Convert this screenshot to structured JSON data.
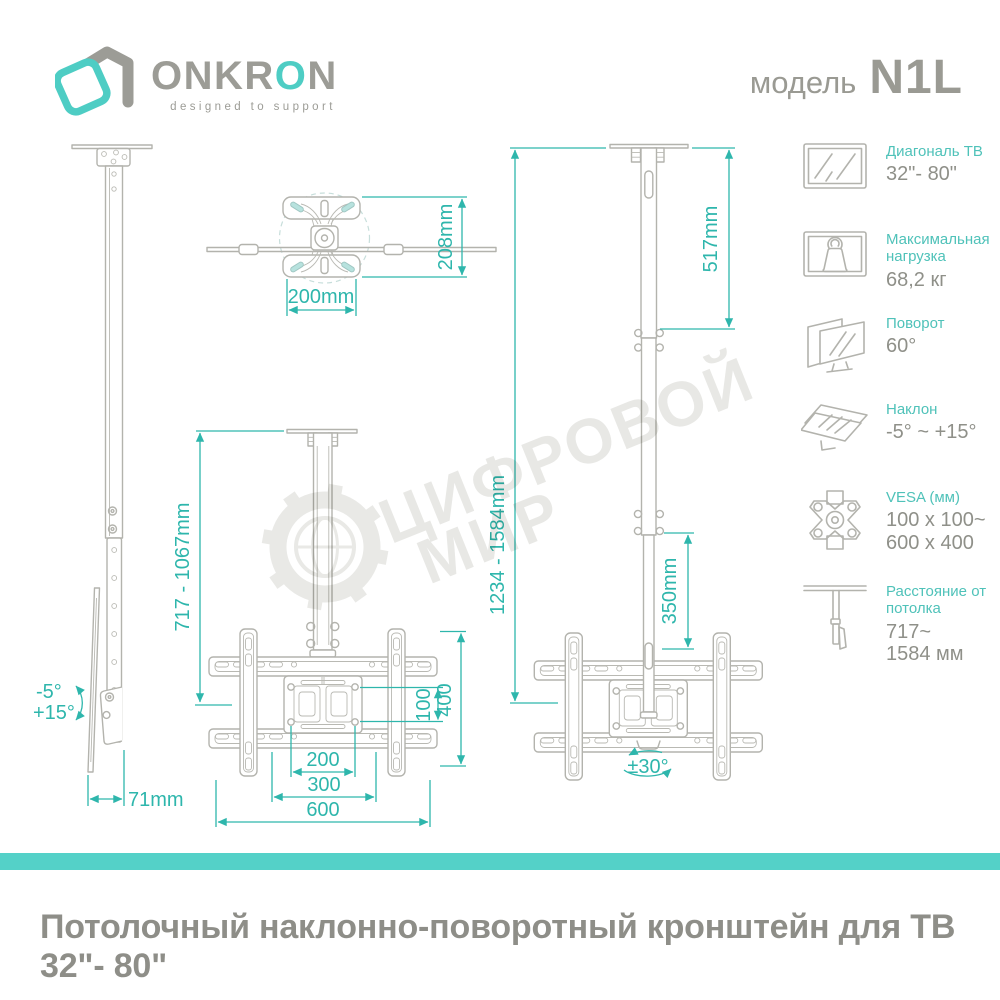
{
  "header": {
    "brand_prefix": "ONKR",
    "brand_accent": "O",
    "brand_suffix": "N",
    "tagline": "designed to support",
    "model_label": "модель",
    "model_value": "N1L"
  },
  "specs": {
    "items": [
      {
        "icon": "tv-diagonal-icon",
        "label": "Диагональ ТВ",
        "value": "32\"- 80\""
      },
      {
        "icon": "max-load-icon",
        "label": "Максимальная нагрузка",
        "value": "68,2 кг"
      },
      {
        "icon": "swivel-icon",
        "label": "Поворот",
        "value": "60°"
      },
      {
        "icon": "tilt-icon",
        "label": "Наклон",
        "value": "-5° ~ +15°"
      },
      {
        "icon": "vesa-icon",
        "label": "VESA (мм)",
        "value": "100 x 100~",
        "value2": "600 x 400"
      },
      {
        "icon": "ceiling-distance-icon",
        "label": "Расстояние от потолка",
        "value": "717~",
        "value2": "1584 мм"
      }
    ]
  },
  "drawing": {
    "dims": {
      "plate_depth": "208mm",
      "plate_width": "200mm",
      "height_retracted": "717 - 1067mm",
      "vesa_100": "100",
      "vesa_400": "400",
      "vesa_200": "200",
      "vesa_300": "300",
      "vesa_600": "600",
      "profile_depth": "71mm",
      "tilt_up": "-5°",
      "tilt_down": "+15°",
      "upper_pole": "517mm",
      "height_extended": "1234 - 1584mm",
      "telescope_extension": "350mm",
      "swivel": "±30°"
    }
  },
  "watermark": {
    "line1": "ЦИФРОВОЙ",
    "line2": "МИР"
  },
  "footer": {
    "title": "Потолочный наклонно-поворотный кронштейн для ТВ 32\"- 80\""
  },
  "colors": {
    "accent_teal": "#2eb6ac",
    "brand_teal": "#4ecdc4",
    "bar_teal": "#54d1c8",
    "gray_text": "#8f9089",
    "line_gray": "#b3b3ad",
    "watermark": "#e8e8e5"
  }
}
